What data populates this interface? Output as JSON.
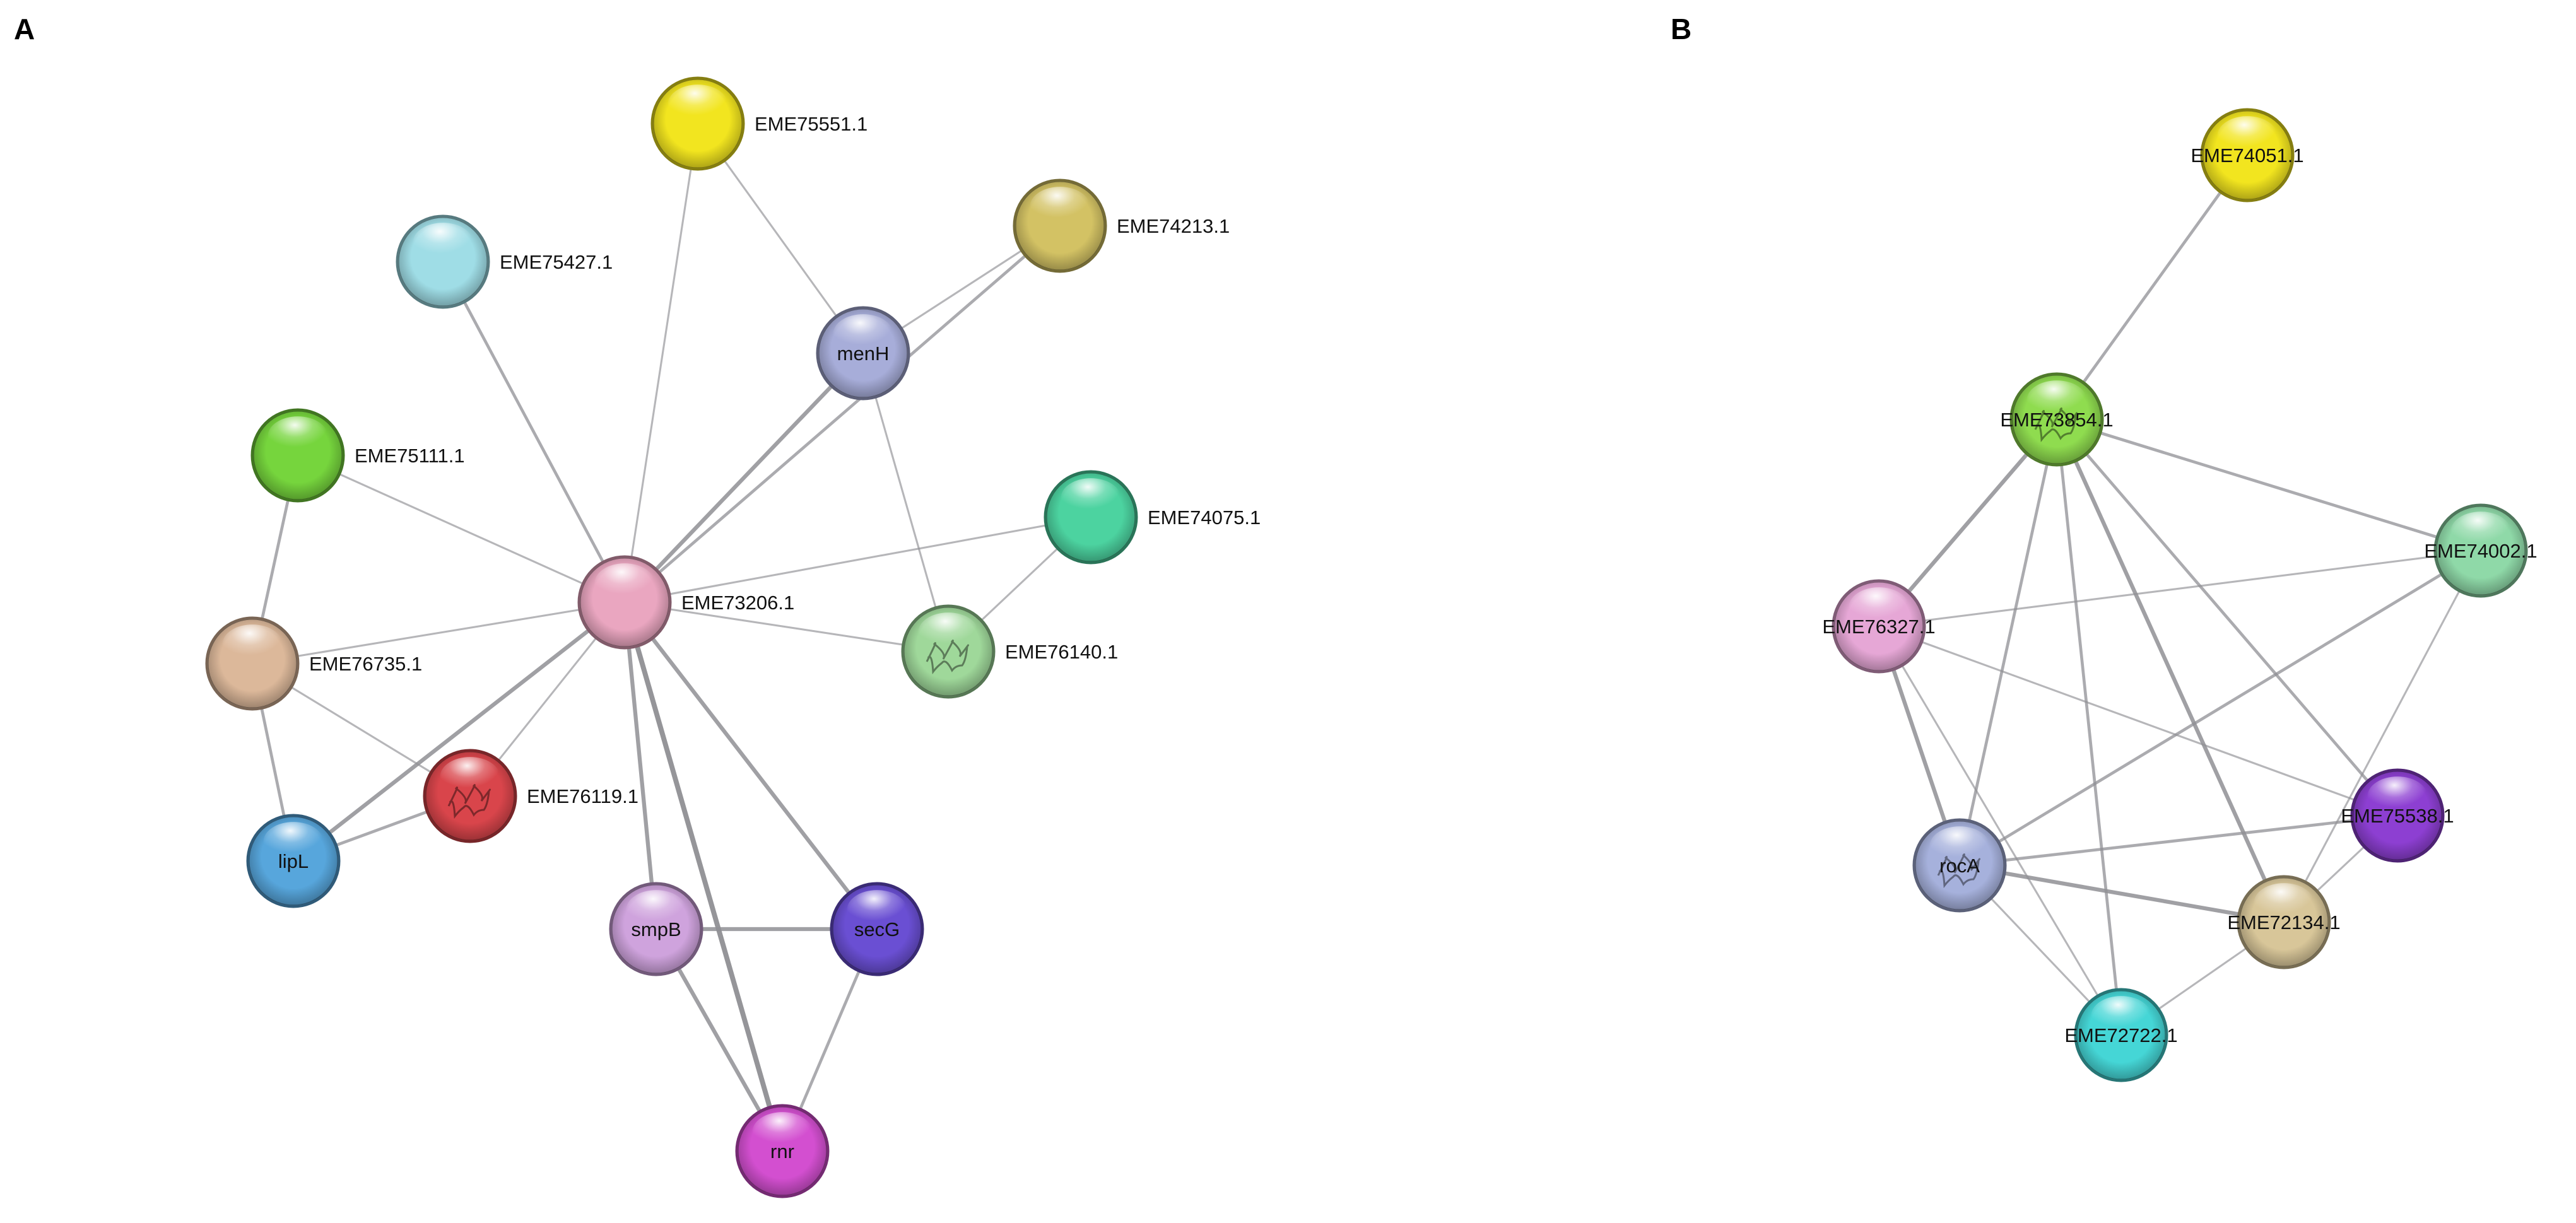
{
  "panels": [
    {
      "letter": "A",
      "nodes": [
        {
          "id": "EME75551.1",
          "label": "EME75551.1",
          "color": "#f2e51f",
          "structure": false
        },
        {
          "id": "EME74213.1",
          "label": "EME74213.1",
          "color": "#d3c264",
          "structure": false
        },
        {
          "id": "EME75427.1",
          "label": "EME75427.1",
          "color": "#9fdde6",
          "structure": false
        },
        {
          "id": "menH",
          "label": "menH",
          "color": "#a7add9",
          "structure": false
        },
        {
          "id": "EME75111.1",
          "label": "EME75111.1",
          "color": "#76d53d",
          "structure": false
        },
        {
          "id": "EME74075.1",
          "label": "EME74075.1",
          "color": "#4cd3a0",
          "structure": false
        },
        {
          "id": "EME73206.1",
          "label": "EME73206.1",
          "color": "#eaa6c0",
          "structure": false
        },
        {
          "id": "EME76140.1",
          "label": "EME76140.1",
          "color": "#9fd89a",
          "structure": true
        },
        {
          "id": "EME76735.1",
          "label": "EME76735.1",
          "color": "#dcb89a",
          "structure": false
        },
        {
          "id": "EME76119.1",
          "label": "EME76119.1",
          "color": "#d9454b",
          "structure": true
        },
        {
          "id": "lipL",
          "label": "lipL",
          "color": "#57a6dc",
          "structure": false
        },
        {
          "id": "smpB",
          "label": "smpB",
          "color": "#cfa3dd",
          "structure": false
        },
        {
          "id": "secG",
          "label": "secG",
          "color": "#6a4fd3",
          "structure": false
        },
        {
          "id": "rnr",
          "label": "rnr",
          "color": "#d34fd0",
          "structure": false
        }
      ],
      "edges": [
        {
          "source": "EME73206.1",
          "target": "EME75551.1",
          "weight": 1
        },
        {
          "source": "EME73206.1",
          "target": "EME75427.1",
          "weight": 2
        },
        {
          "source": "EME73206.1",
          "target": "menH",
          "weight": 3
        },
        {
          "source": "EME73206.1",
          "target": "EME74213.1",
          "weight": 2
        },
        {
          "source": "EME73206.1",
          "target": "EME74075.1",
          "weight": 1
        },
        {
          "source": "EME73206.1",
          "target": "EME76140.1",
          "weight": 1
        },
        {
          "source": "EME73206.1",
          "target": "EME75111.1",
          "weight": 1
        },
        {
          "source": "EME73206.1",
          "target": "EME76735.1",
          "weight": 1
        },
        {
          "source": "EME73206.1",
          "target": "EME76119.1",
          "weight": 1
        },
        {
          "source": "EME73206.1",
          "target": "lipL",
          "weight": 3
        },
        {
          "source": "EME73206.1",
          "target": "smpB",
          "weight": 3
        },
        {
          "source": "EME73206.1",
          "target": "secG",
          "weight": 3
        },
        {
          "source": "EME73206.1",
          "target": "rnr",
          "weight": 4
        },
        {
          "source": "EME75551.1",
          "target": "menH",
          "weight": 1
        },
        {
          "source": "menH",
          "target": "EME74213.1",
          "weight": 1
        },
        {
          "source": "menH",
          "target": "EME76140.1",
          "weight": 1
        },
        {
          "source": "EME74075.1",
          "target": "EME76140.1",
          "weight": 1
        },
        {
          "source": "EME75111.1",
          "target": "EME76735.1",
          "weight": 2
        },
        {
          "source": "EME76735.1",
          "target": "lipL",
          "weight": 2
        },
        {
          "source": "EME76735.1",
          "target": "EME76119.1",
          "weight": 1
        },
        {
          "source": "lipL",
          "target": "EME76119.1",
          "weight": 2
        },
        {
          "source": "smpB",
          "target": "secG",
          "weight": 3
        },
        {
          "source": "smpB",
          "target": "rnr",
          "weight": 3
        },
        {
          "source": "secG",
          "target": "rnr",
          "weight": 2
        }
      ]
    },
    {
      "letter": "B",
      "nodes": [
        {
          "id": "EME74051.1",
          "label": "EME74051.1",
          "color": "#f2e51f",
          "structure": false
        },
        {
          "id": "EME73854.1",
          "label": "EME73854.1",
          "color": "#8fdc4f",
          "structure": true
        },
        {
          "id": "EME74002.1",
          "label": "EME74002.1",
          "color": "#8fd9a8",
          "structure": false
        },
        {
          "id": "EME76327.1",
          "label": "EME76327.1",
          "color": "#e6a7d6",
          "structure": false
        },
        {
          "id": "EME75538.1",
          "label": "EME75538.1",
          "color": "#8d3fd2",
          "structure": false
        },
        {
          "id": "rocA",
          "label": "rocA",
          "color": "#a6b1dc",
          "structure": true
        },
        {
          "id": "EME72134.1",
          "label": "EME72134.1",
          "color": "#d8c699",
          "structure": false
        },
        {
          "id": "EME72722.1",
          "label": "EME72722.1",
          "color": "#45d6d6",
          "structure": false
        }
      ],
      "edges": [
        {
          "source": "EME74051.1",
          "target": "EME73854.1",
          "weight": 2
        },
        {
          "source": "EME73854.1",
          "target": "EME74002.1",
          "weight": 2
        },
        {
          "source": "EME73854.1",
          "target": "EME76327.1",
          "weight": 3
        },
        {
          "source": "EME73854.1",
          "target": "rocA",
          "weight": 2
        },
        {
          "source": "EME73854.1",
          "target": "EME75538.1",
          "weight": 2
        },
        {
          "source": "EME73854.1",
          "target": "EME72134.1",
          "weight": 3
        },
        {
          "source": "EME73854.1",
          "target": "EME72722.1",
          "weight": 2
        },
        {
          "source": "EME76327.1",
          "target": "EME74002.1",
          "weight": 1
        },
        {
          "source": "EME76327.1",
          "target": "rocA",
          "weight": 3
        },
        {
          "source": "EME76327.1",
          "target": "EME75538.1",
          "weight": 1
        },
        {
          "source": "EME76327.1",
          "target": "EME72722.1",
          "weight": 1
        },
        {
          "source": "EME74002.1",
          "target": "rocA",
          "weight": 2
        },
        {
          "source": "EME74002.1",
          "target": "EME72134.1",
          "weight": 1
        },
        {
          "source": "rocA",
          "target": "EME75538.1",
          "weight": 2
        },
        {
          "source": "rocA",
          "target": "EME72134.1",
          "weight": 3
        },
        {
          "source": "rocA",
          "target": "EME72722.1",
          "weight": 1
        },
        {
          "source": "EME75538.1",
          "target": "EME72134.1",
          "weight": 1
        },
        {
          "source": "EME72134.1",
          "target": "EME72722.1",
          "weight": 1
        }
      ]
    }
  ]
}
